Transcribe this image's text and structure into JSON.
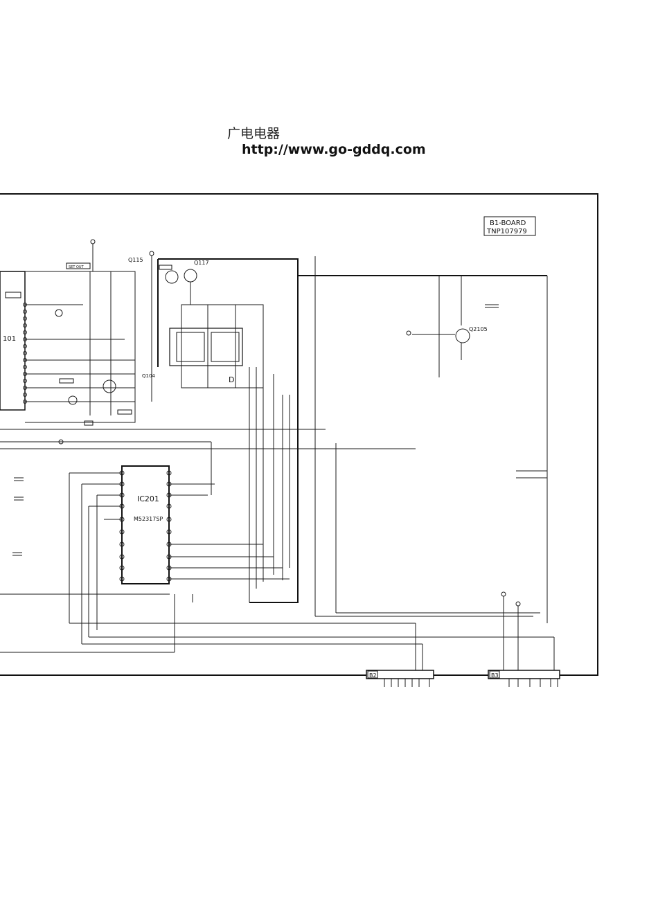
{
  "header": {
    "site_title": "广电电器",
    "site_url": "http://www.go-gddq.com"
  },
  "board": {
    "name": "B1-BOARD",
    "part_no": "TNP107979"
  },
  "ic201": {
    "ref": "IC201",
    "part": "M52317SP"
  },
  "transistors": {
    "q115": "Q115",
    "q117": "Q117",
    "q2105": "Q2105",
    "q104": "Q104"
  },
  "connectors": {
    "b2": "B2",
    "b3": "B3"
  },
  "labels": {
    "d_block": "D",
    "ic101_frag": "101",
    "set_out": "SET OUT"
  },
  "colors": {
    "ink": "#111111",
    "paper": "#ffffff"
  }
}
